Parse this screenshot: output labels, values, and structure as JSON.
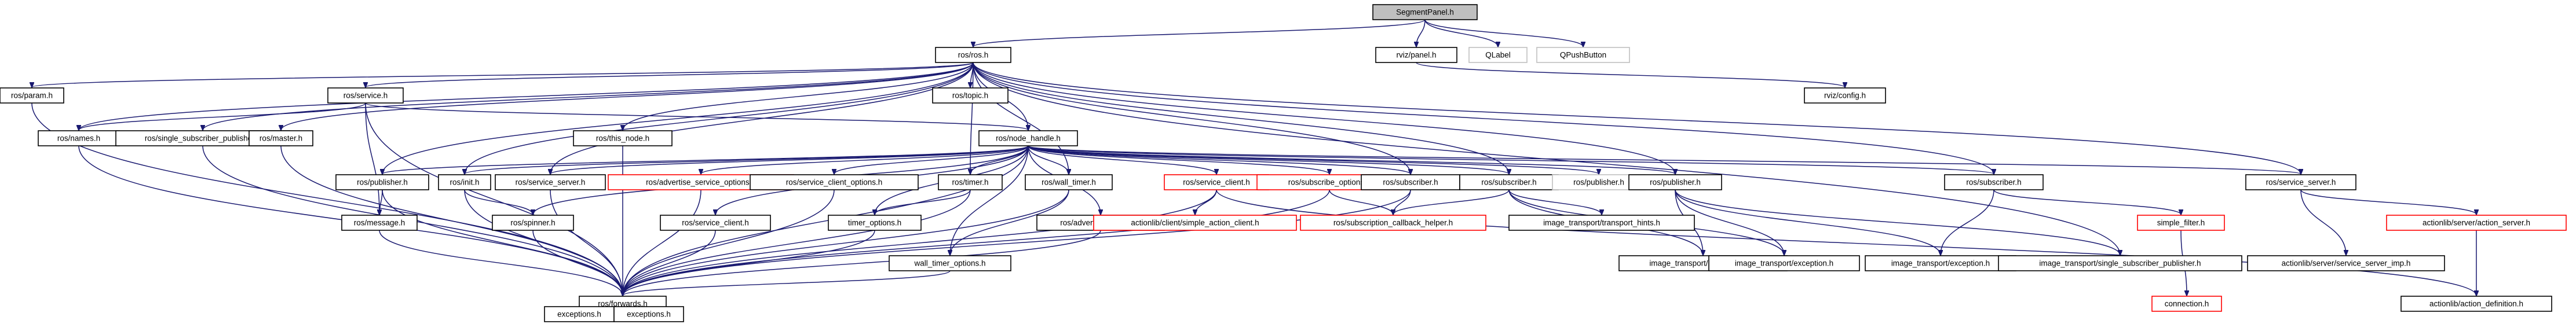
{
  "diagram": {
    "nodes": [
      {
        "id": "segmentpanel",
        "label": "SegmentPanel.h",
        "style": "root"
      },
      {
        "id": "ros_ros",
        "label": "ros/ros.h",
        "style": "normal"
      },
      {
        "id": "rviz_panel",
        "label": "rviz/panel.h",
        "style": "normal"
      },
      {
        "id": "qlabel",
        "label": "QLabel",
        "style": "missing"
      },
      {
        "id": "qpushbutton",
        "label": "QPushButton",
        "style": "missing"
      },
      {
        "id": "ros_param",
        "label": "ros/param.h",
        "style": "normal"
      },
      {
        "id": "ros_service",
        "label": "ros/service.h",
        "style": "normal"
      },
      {
        "id": "ros_topic",
        "label": "ros/topic.h",
        "style": "normal"
      },
      {
        "id": "rviz_config",
        "label": "rviz/config.h",
        "style": "normal"
      },
      {
        "id": "ros_names",
        "label": "ros/names.h",
        "style": "normal"
      },
      {
        "id": "ros_single_sub_pub",
        "label": "ros/single_subscriber_publisher.h",
        "style": "normal"
      },
      {
        "id": "ros_master",
        "label": "ros/master.h",
        "style": "normal"
      },
      {
        "id": "ros_this_node",
        "label": "ros/this_node.h",
        "style": "normal"
      },
      {
        "id": "ros_node_handle",
        "label": "ros/node_handle.h",
        "style": "normal"
      },
      {
        "id": "ros_publisher_l",
        "label": "ros/publisher.h",
        "style": "normal"
      },
      {
        "id": "ros_init",
        "label": "ros/init.h",
        "style": "normal"
      },
      {
        "id": "ros_service_server",
        "label": "ros/service_server.h",
        "style": "normal"
      },
      {
        "id": "ros_advertise_service_options",
        "label": "ros/advertise_service_options.h",
        "style": "red"
      },
      {
        "id": "ros_service_client_options",
        "label": "ros/service_client_options.h",
        "style": "normal"
      },
      {
        "id": "ros_timer",
        "label": "ros/timer.h",
        "style": "normal"
      },
      {
        "id": "ros_wall_timer",
        "label": "ros/wall_timer.h",
        "style": "normal"
      },
      {
        "id": "ros_service_client",
        "label": "ros/service_client.h",
        "style": "red"
      },
      {
        "id": "ros_subscribe_options",
        "label": "ros/subscribe_options.h",
        "style": "red"
      },
      {
        "id": "ros_subscriber_m1",
        "label": "ros/subscriber.h",
        "style": "normal"
      },
      {
        "id": "ros_subscriber_m2",
        "label": "ros/subscriber.h",
        "style": "normal"
      },
      {
        "id": "ros_publisher_gray",
        "label": "ros/publisher.h",
        "style": "missing"
      },
      {
        "id": "ros_publisher_r",
        "label": "ros/publisher.h",
        "style": "normal"
      },
      {
        "id": "ros_subscriber_r",
        "label": "ros/subscriber.h",
        "style": "normal"
      },
      {
        "id": "ros_service_server_r",
        "label": "ros/service_server.h",
        "style": "normal"
      },
      {
        "id": "ros_message",
        "label": "ros/message.h",
        "style": "normal"
      },
      {
        "id": "ros_spinner",
        "label": "ros/spinner.h",
        "style": "normal"
      },
      {
        "id": "ros_service_client_l",
        "label": "ros/service_client.h",
        "style": "normal"
      },
      {
        "id": "timer_options",
        "label": "timer_options.h",
        "style": "normal"
      },
      {
        "id": "ros_advertise_options",
        "label": "ros/advertise_options.h",
        "style": "normal"
      },
      {
        "id": "wall_timer_options",
        "label": "wall_timer_options.h",
        "style": "normal"
      },
      {
        "id": "actionlib_simple_action_client",
        "label": "actionlib/client/simple_action_client.h",
        "style": "red"
      },
      {
        "id": "ros_subscription_callback_helper",
        "label": "ros/subscription_callback_helper.h",
        "style": "red"
      },
      {
        "id": "it_transport_hints",
        "label": "image_transport/transport_hints.h",
        "style": "normal"
      },
      {
        "id": "it_loader_fwds",
        "label": "image_transport/loader_fwds.h",
        "style": "normal"
      },
      {
        "id": "it_exception_1",
        "label": "image_transport/exception.h",
        "style": "normal"
      },
      {
        "id": "it_exception_2",
        "label": "image_transport/exception.h",
        "style": "normal"
      },
      {
        "id": "it_single_sub_pub",
        "label": "image_transport/single_subscriber_publisher.h",
        "style": "normal"
      },
      {
        "id": "simple_filter",
        "label": "simple_filter.h",
        "style": "red"
      },
      {
        "id": "actionlib_service_server_imp",
        "label": "actionlib/server/service_server_imp.h",
        "style": "normal"
      },
      {
        "id": "actionlib_action_server",
        "label": "actionlib/server/action_server.h",
        "style": "red"
      },
      {
        "id": "ros_forwards",
        "label": "ros/forwards.h",
        "style": "normal"
      },
      {
        "id": "connection",
        "label": "connection.h",
        "style": "red"
      },
      {
        "id": "actionlib_action_definition",
        "label": "actionlib/action_definition.h",
        "style": "normal"
      },
      {
        "id": "exceptions_1",
        "label": "exceptions.h",
        "style": "normal"
      },
      {
        "id": "exceptions_2",
        "label": "exceptions.h",
        "style": "normal"
      }
    ],
    "edges": [
      [
        "segmentpanel",
        "ros_ros"
      ],
      [
        "segmentpanel",
        "rviz_panel"
      ],
      [
        "segmentpanel",
        "qlabel"
      ],
      [
        "segmentpanel",
        "qpushbutton"
      ],
      [
        "ros_ros",
        "ros_param"
      ],
      [
        "ros_ros",
        "ros_service"
      ],
      [
        "ros_ros",
        "ros_topic"
      ],
      [
        "ros_ros",
        "ros_names"
      ],
      [
        "ros_ros",
        "ros_single_sub_pub"
      ],
      [
        "ros_ros",
        "ros_master"
      ],
      [
        "ros_ros",
        "ros_this_node"
      ],
      [
        "ros_ros",
        "ros_node_handle"
      ],
      [
        "ros_ros",
        "ros_publisher_l"
      ],
      [
        "ros_ros",
        "ros_init"
      ],
      [
        "ros_ros",
        "ros_service_server"
      ],
      [
        "ros_ros",
        "ros_subscriber_m1"
      ],
      [
        "ros_ros",
        "ros_subscriber_m2"
      ],
      [
        "ros_ros",
        "ros_publisher_r"
      ],
      [
        "ros_ros",
        "ros_subscriber_r"
      ],
      [
        "ros_ros",
        "ros_service_server_r"
      ],
      [
        "ros_ros",
        "it_single_sub_pub"
      ],
      [
        "ros_ros",
        "ros_timer"
      ],
      [
        "ros_ros",
        "ros_wall_timer"
      ],
      [
        "rviz_panel",
        "rviz_config"
      ],
      [
        "ros_param",
        "ros_forwards"
      ],
      [
        "ros_service",
        "ros_names"
      ],
      [
        "ros_service",
        "ros_node_handle"
      ],
      [
        "ros_service",
        "ros_message"
      ],
      [
        "ros_service",
        "ros_forwards"
      ],
      [
        "ros_names",
        "ros_forwards"
      ],
      [
        "ros_single_sub_pub",
        "ros_forwards"
      ],
      [
        "ros_master",
        "ros_forwards"
      ],
      [
        "ros_this_node",
        "ros_forwards"
      ],
      [
        "ros_node_handle",
        "ros_publisher_l"
      ],
      [
        "ros_node_handle",
        "ros_init"
      ],
      [
        "ros_node_handle",
        "ros_service_server"
      ],
      [
        "ros_node_handle",
        "ros_advertise_service_options"
      ],
      [
        "ros_node_handle",
        "ros_service_client_options"
      ],
      [
        "ros_node_handle",
        "ros_timer"
      ],
      [
        "ros_node_handle",
        "ros_wall_timer"
      ],
      [
        "ros_node_handle",
        "ros_service_client"
      ],
      [
        "ros_node_handle",
        "ros_subscribe_options"
      ],
      [
        "ros_node_handle",
        "ros_subscriber_m1"
      ],
      [
        "ros_node_handle",
        "ros_subscriber_m2"
      ],
      [
        "ros_node_handle",
        "ros_publisher_gray"
      ],
      [
        "ros_node_handle",
        "ros_publisher_r"
      ],
      [
        "ros_node_handle",
        "ros_subscriber_r"
      ],
      [
        "ros_node_handle",
        "ros_service_server_r"
      ],
      [
        "ros_node_handle",
        "ros_spinner"
      ],
      [
        "ros_node_handle",
        "ros_service_client_l"
      ],
      [
        "ros_node_handle",
        "timer_options"
      ],
      [
        "ros_node_handle",
        "ros_advertise_options"
      ],
      [
        "ros_node_handle",
        "wall_timer_options"
      ],
      [
        "ros_node_handle",
        "ros_forwards"
      ],
      [
        "ros_publisher_l",
        "ros_message"
      ],
      [
        "ros_publisher_l",
        "ros_forwards"
      ],
      [
        "ros_init",
        "ros_spinner"
      ],
      [
        "ros_init",
        "ros_forwards"
      ],
      [
        "ros_service_server",
        "ros_forwards"
      ],
      [
        "ros_advertise_service_options",
        "ros_forwards"
      ],
      [
        "ros_service_client_options",
        "ros_forwards"
      ],
      [
        "ros_timer",
        "timer_options"
      ],
      [
        "ros_timer",
        "ros_forwards"
      ],
      [
        "ros_wall_timer",
        "wall_timer_options"
      ],
      [
        "ros_wall_timer",
        "ros_forwards"
      ],
      [
        "ros_service_client",
        "actionlib_simple_action_client"
      ],
      [
        "ros_service_client",
        "ros_forwards"
      ],
      [
        "ros_service_client",
        "actionlib_action_definition"
      ],
      [
        "ros_subscribe_options",
        "ros_subscription_callback_helper"
      ],
      [
        "ros_subscribe_options",
        "ros_forwards"
      ],
      [
        "ros_subscriber_m1",
        "ros_subscription_callback_helper"
      ],
      [
        "ros_subscriber_m1",
        "ros_forwards"
      ],
      [
        "ros_subscriber_m2",
        "it_transport_hints"
      ],
      [
        "ros_subscriber_m2",
        "it_loader_fwds"
      ],
      [
        "ros_subscriber_m2",
        "it_exception_1"
      ],
      [
        "ros_subscriber_m2",
        "ros_subscription_callback_helper"
      ],
      [
        "ros_publisher_r",
        "it_loader_fwds"
      ],
      [
        "ros_publisher_r",
        "it_exception_1"
      ],
      [
        "ros_publisher_r",
        "it_exception_2"
      ],
      [
        "ros_publisher_r",
        "it_single_sub_pub"
      ],
      [
        "ros_subscriber_r",
        "simple_filter"
      ],
      [
        "ros_subscriber_r",
        "it_exception_2"
      ],
      [
        "ros_service_server_r",
        "actionlib_service_server_imp"
      ],
      [
        "ros_service_server_r",
        "actionlib_action_server"
      ],
      [
        "simple_filter",
        "connection"
      ],
      [
        "actionlib_action_server",
        "actionlib_action_definition"
      ],
      [
        "ros_message",
        "ros_forwards"
      ],
      [
        "ros_spinner",
        "ros_forwards"
      ],
      [
        "ros_service_client_l",
        "ros_forwards"
      ],
      [
        "timer_options",
        "ros_forwards"
      ],
      [
        "ros_advertise_options",
        "ros_forwards"
      ],
      [
        "wall_timer_options",
        "ros_forwards"
      ],
      [
        "ros_forwards",
        "exceptions_1"
      ],
      [
        "ros_forwards",
        "exceptions_2"
      ]
    ]
  }
}
